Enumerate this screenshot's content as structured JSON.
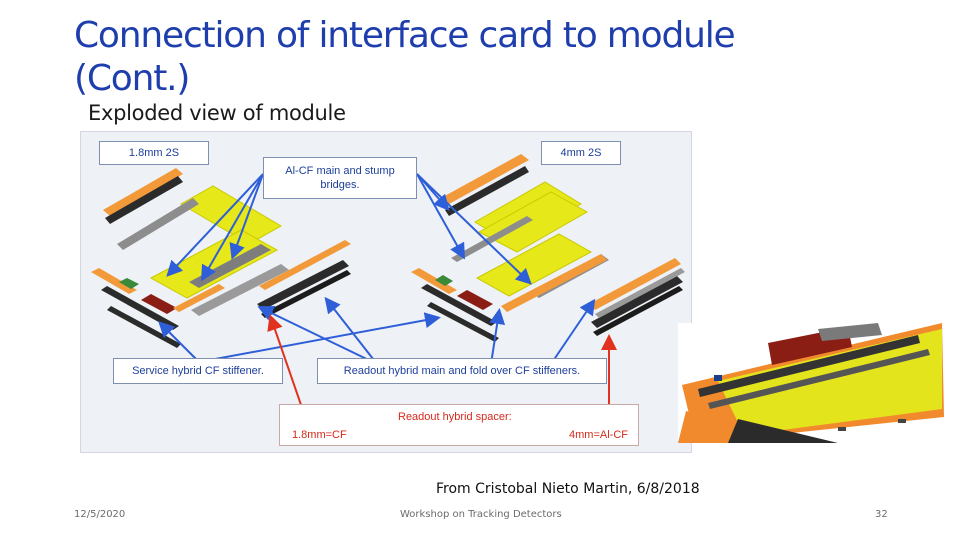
{
  "slide": {
    "title": "Connection of interface card to module (Cont.)",
    "subtitle": "Exploded view of module",
    "credit": "From Cristobal Nieto Martin, 6/8/2018"
  },
  "figure": {
    "label_1_8mm_2s": "1.8mm 2S",
    "label_4mm_2s": "4mm 2S",
    "label_bridges": "Al-CF main and stump bridges.",
    "label_service_hybrid": "Service hybrid CF stiffener.",
    "label_readout_hybrid": "Readout hybrid main and fold over CF stiffeners.",
    "label_spacer_title": "Readout hybrid spacer:",
    "label_spacer_left": "1.8mm=CF",
    "label_spacer_right": "4mm=Al-CF"
  },
  "footer": {
    "date": "12/5/2020",
    "event": "Workshop on Tracking Detectors",
    "page": "32"
  },
  "colors": {
    "title": "#1f3eae",
    "label_blue": "#1d3f9a",
    "label_red": "#d6291b",
    "arrow_blue": "#2f5fd8",
    "arrow_red": "#e0321e",
    "sensor_yellow": "#e7e81a",
    "flex_orange": "#f29a3a"
  }
}
